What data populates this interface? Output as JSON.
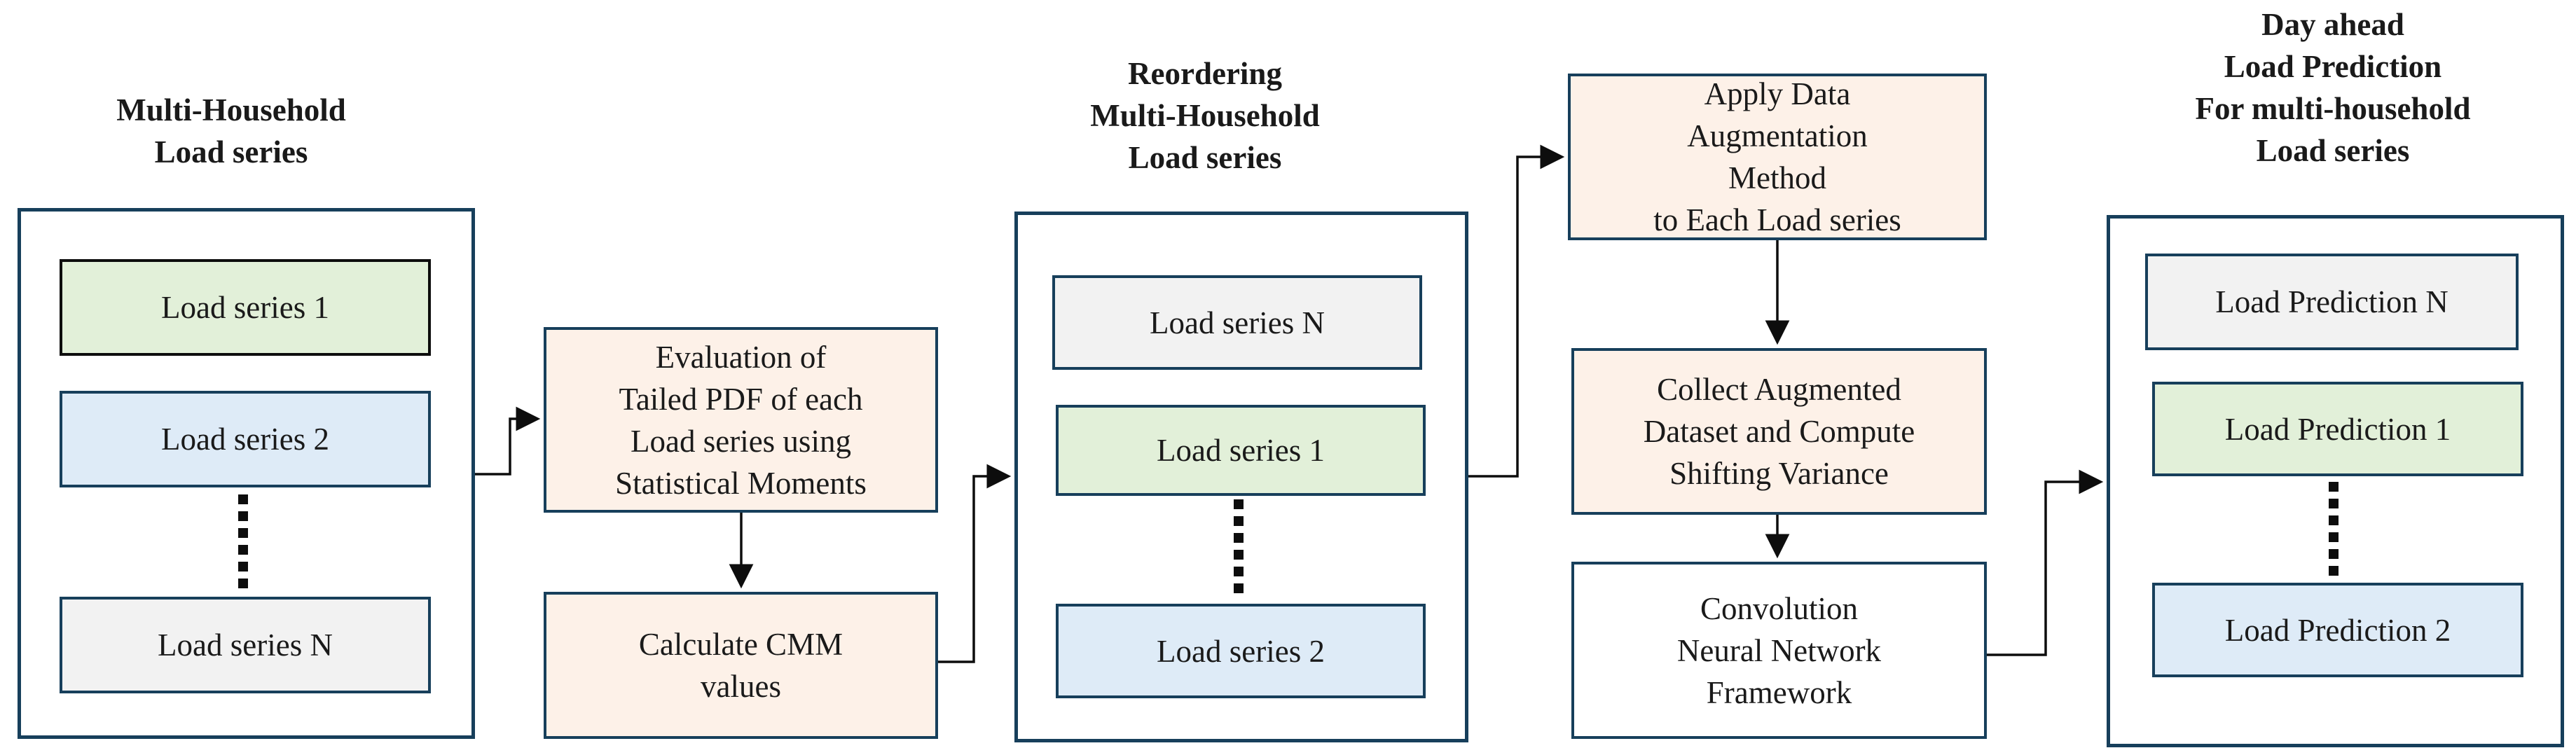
{
  "titles": {
    "input": "Multi-Household\nLoad series",
    "reorder": "Reordering\nMulti-Household\nLoad series",
    "output": "Day ahead\nLoad Prediction\nFor multi-household\nLoad series"
  },
  "input_panel": {
    "series_top_1": "Load series 1",
    "series_top_2": "Load series 2",
    "series_bottom": "Load series N"
  },
  "steps": {
    "evaluation": "Evaluation of\nTailed PDF of each\nLoad series using\nStatistical Moments",
    "cmm": "Calculate CMM\nvalues",
    "augmentation": "Apply Data\nAugmentation\nMethod\nto Each Load series",
    "collect": "Collect Augmented\nDataset and Compute\nShifting Variance",
    "cnn": "Convolution\nNeural Network\nFramework"
  },
  "reorder_panel": {
    "item_1": "Load series N",
    "item_2": "Load series 1",
    "item_3": "Load series 2"
  },
  "output_panel": {
    "item_1": "Load Prediction  N",
    "item_2": "Load Prediction 1",
    "item_3": "Load Prediction 2"
  },
  "colors": {
    "border": "#173f5b",
    "green": "#e2f0d9",
    "blue": "#deebf7",
    "gray": "#f2f2f2",
    "peach": "#fdf1e8"
  }
}
